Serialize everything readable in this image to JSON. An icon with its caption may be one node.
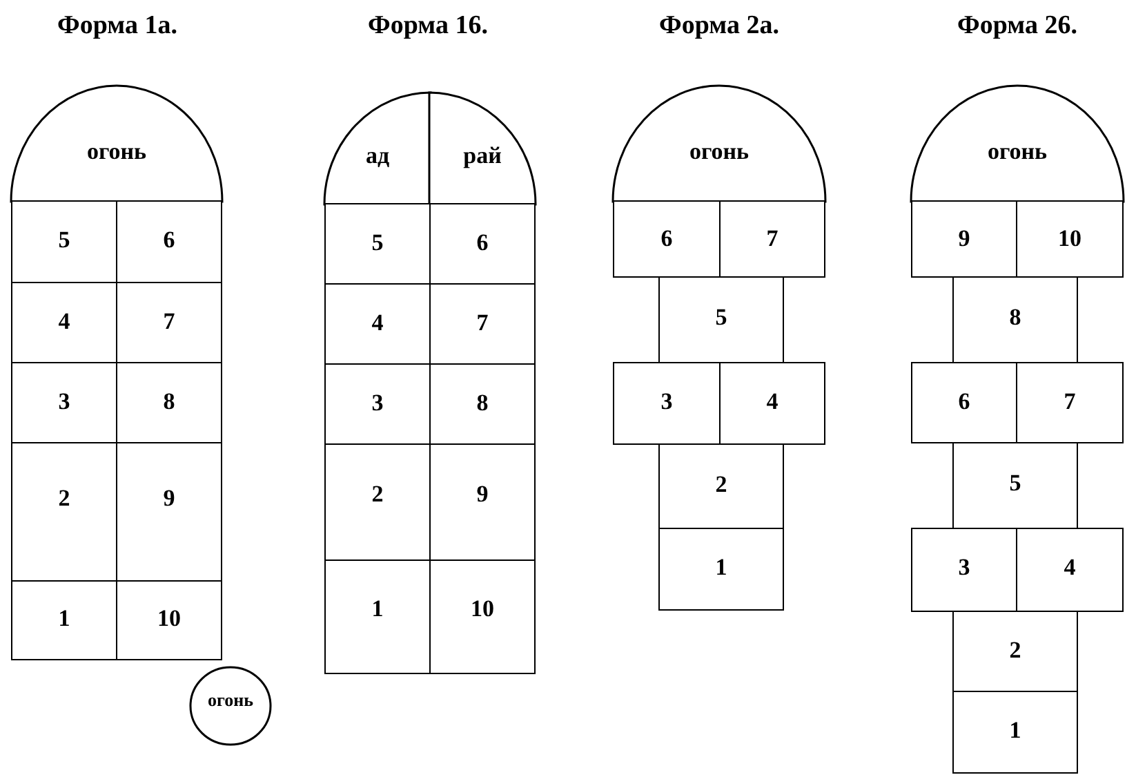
{
  "diagram": {
    "nodes": [
      {
        "text": [
          "огонь"
        ]
      },
      {
        "text": [
          "5"
        ]
      },
      {
        "text": [
          "6"
        ]
      },
      {
        "text": [
          "4"
        ]
      },
      {
        "text": [
          "7"
        ]
      },
      {
        "text": [
          "3"
        ]
      },
      {
        "text": [
          "8"
        ]
      },
      {
        "text": [
          "2"
        ]
      },
      {
        "text": [
          "9"
        ]
      },
      {
        "text": [
          "1"
        ]
      },
      {
        "text": [
          "10"
        ]
      },
      {
        "text": [
          "огонь"
        ]
      },
      {
        "text": [
          "ад"
        ]
      },
      {
        "text": [
          "рай"
        ]
      },
      {
        "text": [
          "5"
        ]
      },
      {
        "text": [
          "6"
        ]
      },
      {
        "text": [
          "4"
        ]
      },
      {
        "text": [
          "7"
        ]
      },
      {
        "text": [
          "3"
        ]
      },
      {
        "text": [
          "8"
        ]
      },
      {
        "text": [
          "2"
        ]
      },
      {
        "text": [
          "9"
        ]
      },
      {
        "text": [
          "1"
        ]
      },
      {
        "text": [
          "10"
        ]
      },
      {
        "text": [
          "огонь"
        ]
      },
      {
        "text": [
          "6"
        ]
      },
      {
        "text": [
          "7"
        ]
      },
      {
        "text": [
          "5"
        ]
      },
      {
        "text": [
          "3"
        ]
      },
      {
        "text": [
          "4"
        ]
      },
      {
        "text": [
          "2"
        ]
      },
      {
        "text": [
          "1"
        ]
      },
      {
        "text": [
          "огонь"
        ]
      },
      {
        "text": [
          "9"
        ]
      },
      {
        "text": [
          "10"
        ]
      },
      {
        "text": [
          "8"
        ]
      },
      {
        "text": [
          "6"
        ]
      },
      {
        "text": [
          "7"
        ]
      },
      {
        "text": [
          "5"
        ]
      },
      {
        "text": [
          "3"
        ]
      },
      {
        "text": [
          "4"
        ]
      },
      {
        "text": [
          "2"
        ]
      },
      {
        "text": [
          "1"
        ]
      }
    ],
    "labels": [
      "Форма 1а.",
      "Форма 16.",
      "Форма 2а.",
      "Форма 26."
    ]
  }
}
